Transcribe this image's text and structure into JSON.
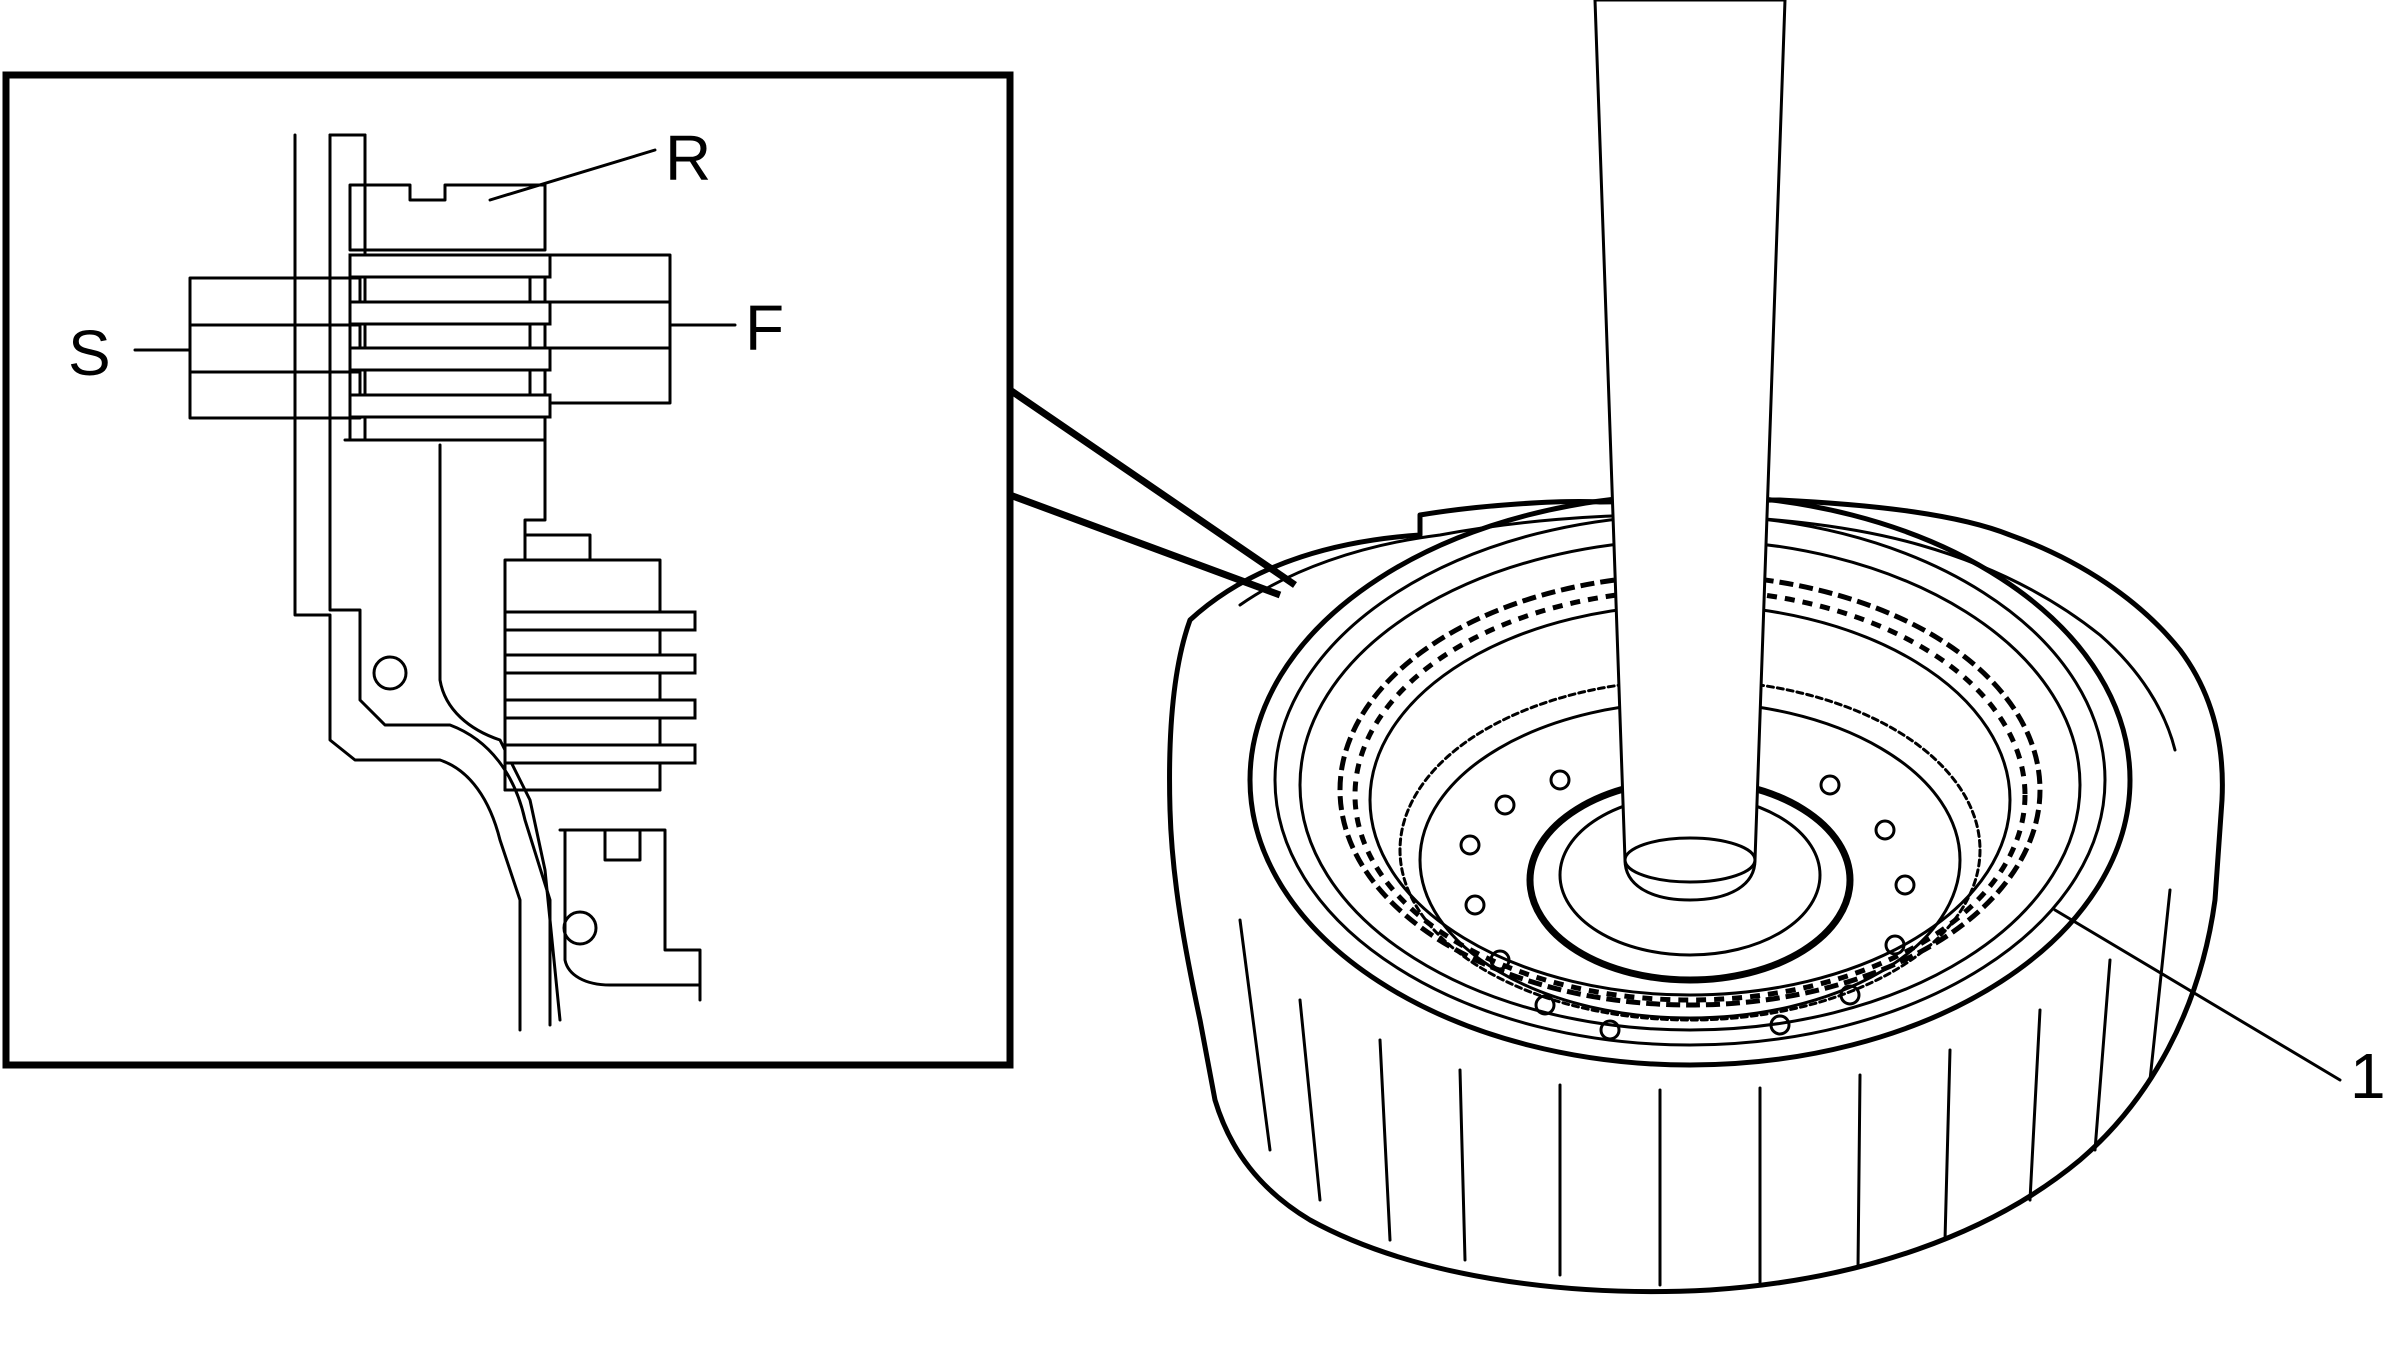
{
  "figure": {
    "inset_labels": {
      "r": "R",
      "s": "S",
      "f": "F"
    },
    "callouts": {
      "item_1": "1"
    }
  }
}
